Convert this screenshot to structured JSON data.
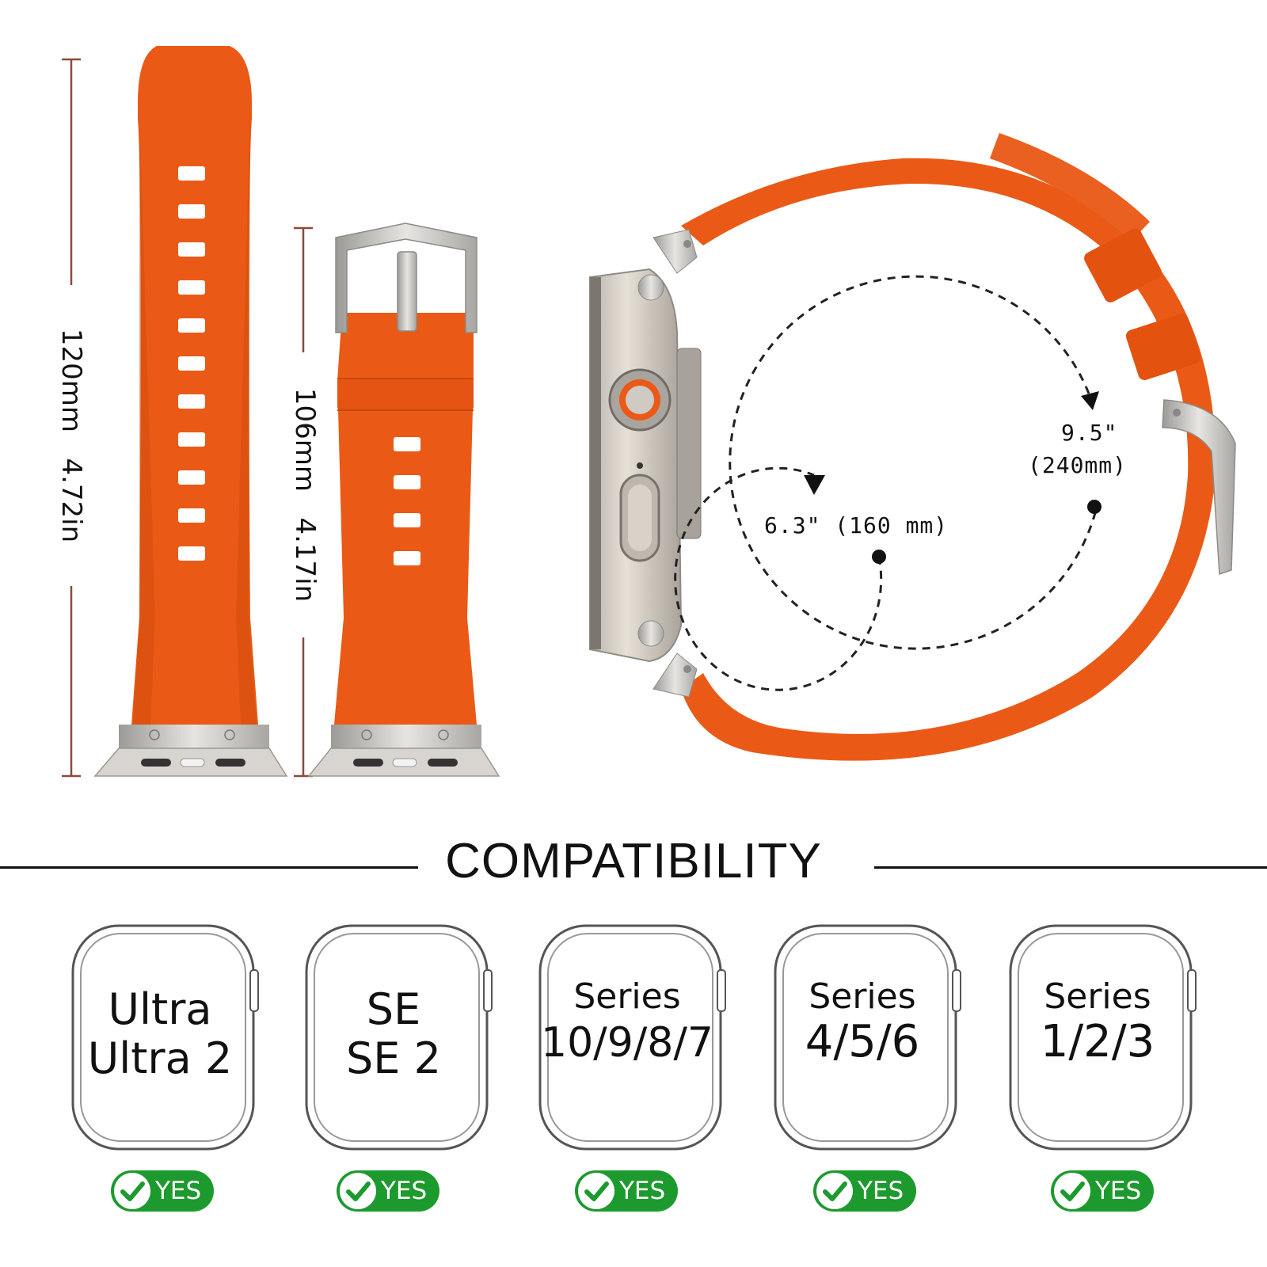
{
  "colors": {
    "band": "#ea5a16",
    "band_dark": "#cf4a0c",
    "metal": "#c9c6c2",
    "yes_green": "#1d9a2e",
    "text": "#111111"
  },
  "dimensions": {
    "long_strap_mm": "120mm",
    "long_strap_in": "4.72in",
    "short_strap_mm": "106mm",
    "short_strap_in": "4.17in"
  },
  "circumference": {
    "max_in": "9.5\"",
    "max_mm": "(240mm)",
    "min_label": "6.3\" (160 mm)"
  },
  "compatibility": {
    "title": "COMPATIBILITY",
    "models": [
      {
        "line1": "Ultra",
        "line2": "Ultra 2",
        "badge": "YES"
      },
      {
        "line1": "SE",
        "line2": "SE 2",
        "badge": "YES"
      },
      {
        "line1": "Series",
        "line2": "10/9/8/7",
        "badge": "YES"
      },
      {
        "line1": "Series",
        "line2": "4/5/6",
        "badge": "YES"
      },
      {
        "line1": "Series",
        "line2": "1/2/3",
        "badge": "YES"
      }
    ]
  },
  "icons": {
    "check": "check-circle-icon",
    "watch": "watch-outline-icon"
  }
}
